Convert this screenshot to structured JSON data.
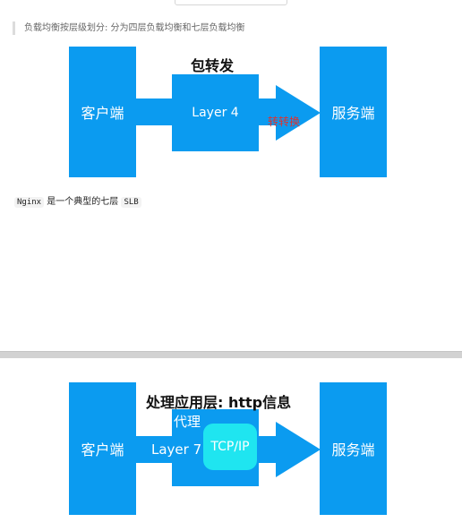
{
  "quote_text": "负载均衡按层级划分: 分为四层负载均衡和七层负载均衡",
  "diagram_l4": {
    "title": "包转发",
    "client": "客户端",
    "layer": "Layer 4",
    "forward_label": "转转换",
    "server": "服务端"
  },
  "sentence": {
    "code": "Nginx",
    "text": " 是一个典型的七层 ",
    "code2": "SLB"
  },
  "diagram_l7": {
    "title": "处理应用层: http信息",
    "client": "客户端",
    "proxy": "代理",
    "layer": "Layer 7",
    "tcp": "TCP/IP",
    "server": "服务端"
  }
}
